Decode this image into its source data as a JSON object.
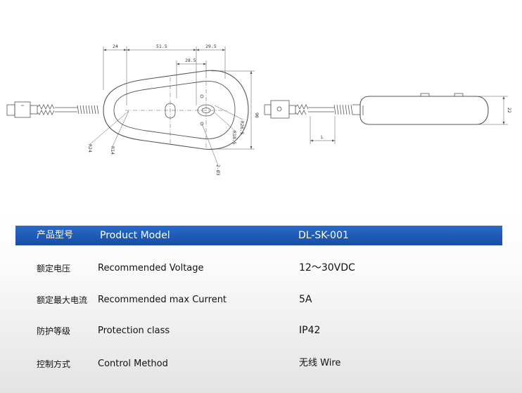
{
  "drawing": {
    "dim_24": "24",
    "dim_51_5": "51.5",
    "dim_29_5_top": "29.5",
    "dim_28_5": "28.5",
    "dim_90": "90",
    "dim_r26_5": "R26.5",
    "dim_r18_5": "R18.5",
    "dim_r24": "R24",
    "dim_r14": "R14",
    "dim_2_d3": "2-Ø3",
    "dim_22": "22",
    "dim_l": "L"
  },
  "spec_table": {
    "header": {
      "cn": "产品型号",
      "en": "Product Model",
      "value": "DL-SK-001"
    },
    "rows": [
      {
        "cn": "额定电压",
        "en": "Recommended  Voltage",
        "value": "12～30VDC"
      },
      {
        "cn": "额定最大电流",
        "en": "Recommended  max  Current",
        "value": "5A"
      },
      {
        "cn": "防护等级",
        "en": "Protection class",
        "value": "IP42"
      },
      {
        "cn": "控制方式",
        "en": "Control  Method",
        "value": "无线   Wire"
      }
    ]
  }
}
